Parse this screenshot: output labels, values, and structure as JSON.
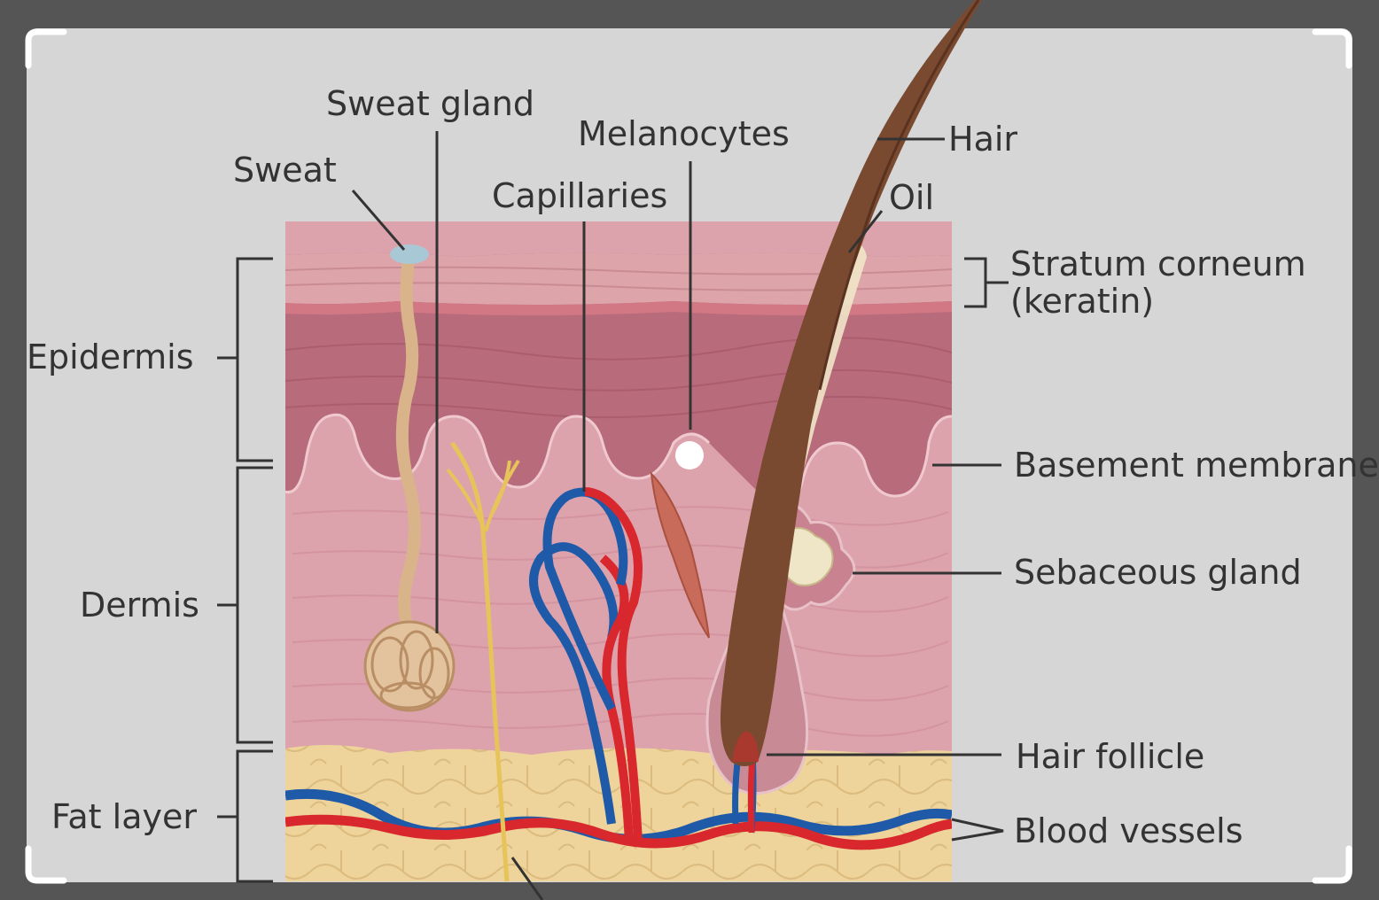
{
  "labels": {
    "sweat_gland": "Sweat gland",
    "sweat": "Sweat",
    "melanocytes": "Melanocytes",
    "capillaries": "Capillaries",
    "hair": "Hair",
    "oil": "Oil",
    "stratum_line1": "Stratum corneum",
    "stratum_line2": "(keratin)",
    "epidermis": "Epidermis",
    "basement": "Basement membrane",
    "dermis": "Dermis",
    "sebaceous": "Sebaceous gland",
    "hair_follicle": "Hair follicle",
    "fat_layer": "Fat layer",
    "blood_vessels": "Blood vessels"
  },
  "colors": {
    "frame": "#555555",
    "panel": "#d6d6d6",
    "epidermis": "#b86b7b",
    "stratum": "#dda4aa",
    "dermis": "#dda3ad",
    "fat": "#eed39b",
    "hair": "#7a4a30",
    "artery": "#d8282e",
    "vein": "#1f5aa8",
    "nerve": "#e7c45a",
    "sweat_duct": "#d9b48a"
  }
}
